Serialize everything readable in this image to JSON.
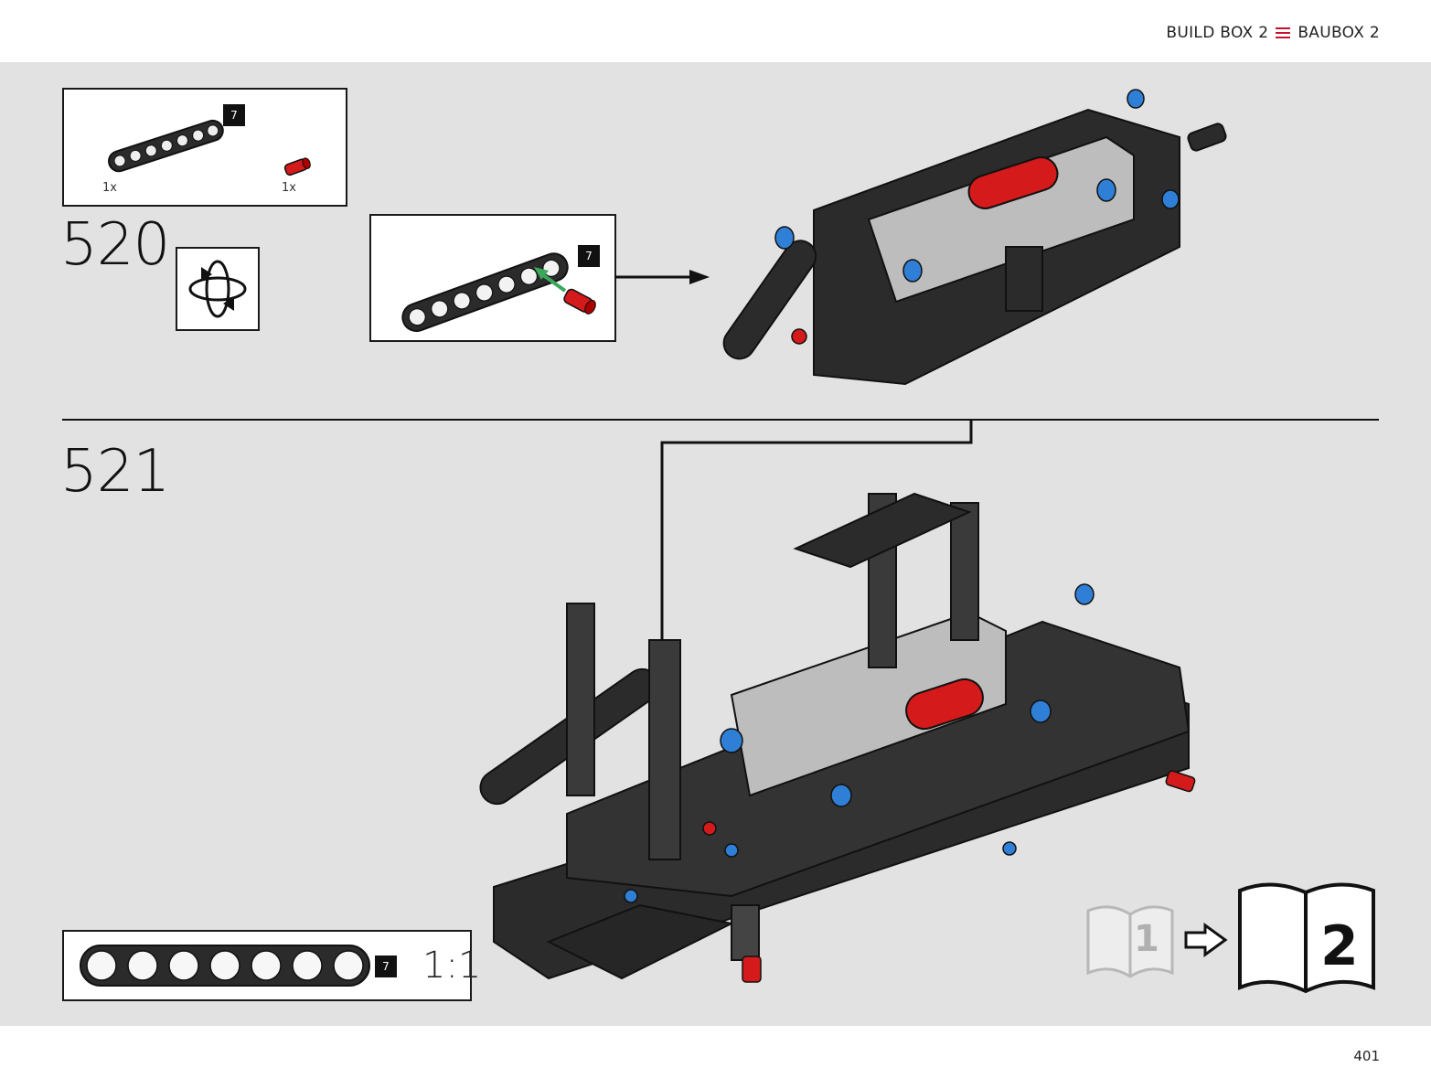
{
  "header": {
    "left_label": "BUILD BOX 2",
    "right_label": "BAUBOX 2",
    "menu_icon": "menu-icon",
    "accent": "#c8102e"
  },
  "steps": [
    {
      "number": "520",
      "parts": [
        {
          "name": "7-hole beam",
          "qty": "1x",
          "color": "black",
          "tag": "7"
        },
        {
          "name": "friction pin",
          "qty": "1x",
          "color": "red"
        }
      ],
      "rotate_icon": "rotate-model-icon",
      "subassembly": {
        "tag": "7"
      }
    },
    {
      "number": "521",
      "scale_part": {
        "tag": "7",
        "scale": "1:1",
        "holes": 7
      },
      "book_change": {
        "from": "1",
        "to": "2"
      }
    }
  ],
  "colors": {
    "beam": "#2b2b2b",
    "pin_blue": "#2f7fd6",
    "pin_red": "#d41a1a",
    "axle": "#cfcfcf",
    "stage_bg": "#e2e2e2"
  },
  "footer": {
    "page_number": "401"
  }
}
